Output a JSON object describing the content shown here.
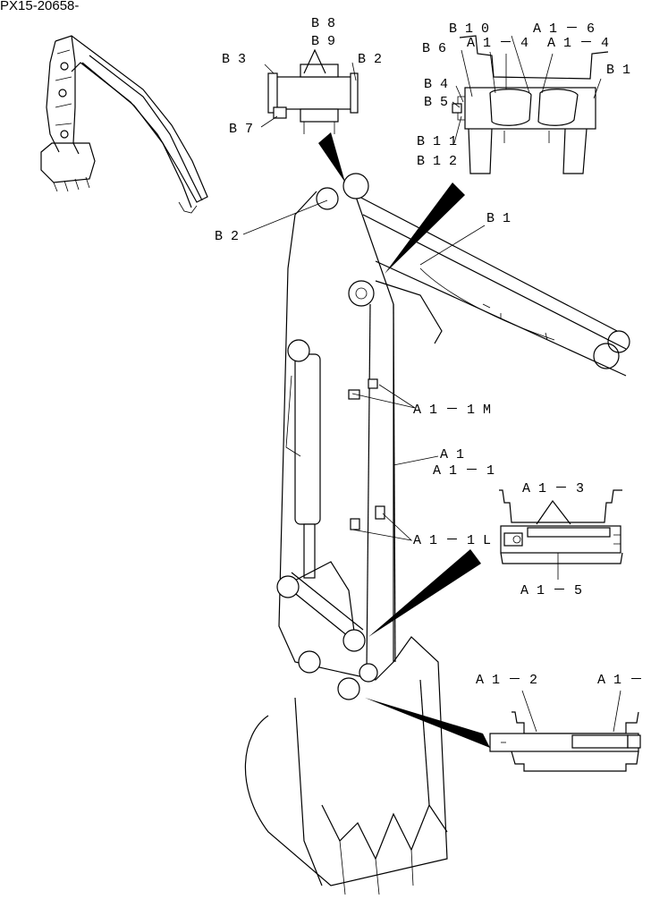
{
  "drawing_id": "PX15-20658-",
  "callouts": {
    "b8": "B 8",
    "b9": "B 9",
    "b3": "B 3",
    "b2_top": "B 2",
    "b7": "B 7",
    "b10": "B 1 0",
    "a1_6": "A 1 － 6",
    "b6": "B 6",
    "a1_4_left": "A 1 － 4",
    "a1_4_right": "A 1 － 4",
    "b1_right": "B 1",
    "b4": "B 4",
    "b5": "B 5",
    "b11": "B 1 1",
    "b12": "B 1 2",
    "b2_main": "B 2",
    "b1_main": "B 1",
    "a1_1m": "A 1 － 1 M",
    "a1": "A 1",
    "a1_1": "A 1 － 1",
    "a1_3": "A 1 － 3",
    "a1_1l": "A 1 － 1 L",
    "a1_5": "A 1 － 5",
    "a1_2": "A 1 － 2",
    "a1_cut": "A 1 －"
  }
}
